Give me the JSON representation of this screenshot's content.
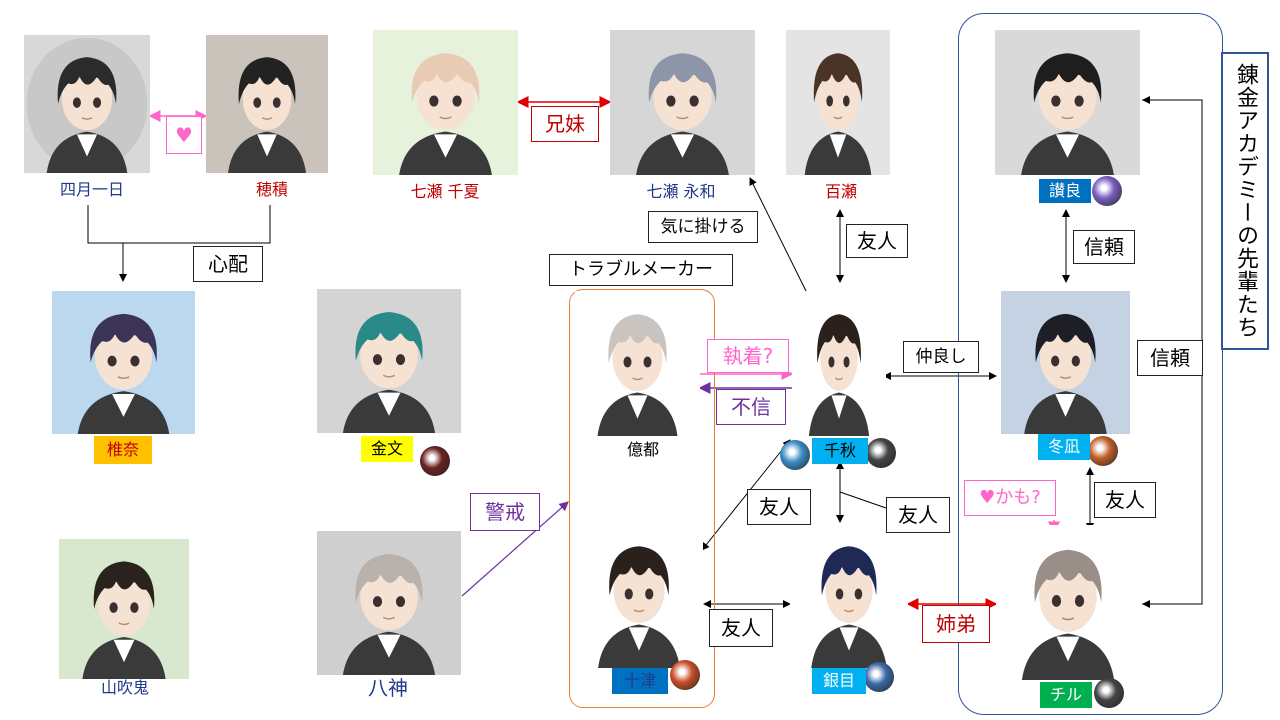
{
  "academy_group": {
    "title": "錬金アカデミーの先輩たち"
  },
  "trouble_group": {
    "title": "トラブルメーカー"
  },
  "characters": [
    {
      "key": "shigatsu",
      "name": "四月一日",
      "name_color": "#1f3a8a",
      "bg": "#d8d8d8",
      "hair": "#2b2b2b"
    },
    {
      "key": "hozumi",
      "name": "穂積",
      "name_color": "#c00000",
      "bg": "#c9c3bc",
      "hair": "#222222"
    },
    {
      "key": "chika",
      "name": "七瀬 千夏",
      "name_color": "#c00000",
      "bg": "#e6f2dc",
      "hair": "#e8cbb2"
    },
    {
      "key": "eiwa",
      "name": "七瀬 永和",
      "name_color": "#1f3a8a",
      "bg": "#d6d6d6",
      "hair": "#8d96a8"
    },
    {
      "key": "momose",
      "name": "百瀬",
      "name_color": "#c00000",
      "bg": "#e4e4e4",
      "hair": "#4a3428"
    },
    {
      "key": "sanuki",
      "name": "讃良",
      "name_color": "#ffffff",
      "label_bg": "#0070c0",
      "bg": "#d9d9d9",
      "hair": "#1e1e1e"
    },
    {
      "key": "shiina",
      "name": "椎奈",
      "name_color": "#c00000",
      "label_bg": "#ffc000",
      "bg": "#bcd8ef",
      "hair": "#3b3457"
    },
    {
      "key": "kinbun",
      "name": "金文",
      "name_color": "#000000",
      "label_bg": "#ffff00",
      "bg": "#d4d4d4",
      "hair": "#2a8a8a"
    },
    {
      "key": "okuto",
      "name": "億都",
      "name_color": "#000000",
      "bg": "#ffffff",
      "hair": "#c9c4c0"
    },
    {
      "key": "chiaki",
      "name": "千秋",
      "name_color": "#000000",
      "label_bg": "#00b0f0",
      "bg": "#ffffff",
      "hair": "#2a211c"
    },
    {
      "key": "tonagi",
      "name": "冬凪",
      "name_color": "#ffffff",
      "label_bg": "#00b0f0",
      "bg": "#c4d2e3",
      "hair": "#1e1e26"
    },
    {
      "key": "yamabukioni",
      "name": "山吹鬼",
      "name_color": "#1f3a8a",
      "bg": "#d8e8cf",
      "hair": "#2a221c"
    },
    {
      "key": "yagami",
      "name": "八神",
      "name_color": "#1f3a8a",
      "bg": "#cfcfcf",
      "hair": "#b9b1ab"
    },
    {
      "key": "totsu",
      "name": "十津",
      "name_color": "#1f3a8a",
      "label_bg": "#0070c0",
      "bg": "#ffffff",
      "hair": "#2a211c"
    },
    {
      "key": "ginme",
      "name": "銀目",
      "name_color": "#ffffff",
      "label_bg": "#00b0f0",
      "bg": "#ffffff",
      "hair": "#1e2a55"
    },
    {
      "key": "chiru",
      "name": "チル",
      "name_color": "#ffffff",
      "label_bg": "#00b050",
      "bg": "#ffffff",
      "hair": "#9a8f88"
    }
  ],
  "relations": {
    "heart": "♥",
    "siblings_chika": "兄妹",
    "worry": "心配",
    "concern": "気に掛ける",
    "friend_momose": "友人",
    "trust_sanuki": "信頼",
    "trust_chiru": "信頼",
    "good_friends": "仲良し",
    "obsession": "執着?",
    "distrust": "不信",
    "wary": "警戒",
    "friend_totsu": "友人",
    "friend_ginme": "友人",
    "friend_chiaki": "友人",
    "friend_chiru": "友人",
    "siblings_ginme": "姉弟",
    "maybe_love": "♥かも?"
  },
  "colors": {
    "red": "#c00000",
    "blue": "#1f3a8a",
    "pink": "#ff66cc",
    "purple": "#7030a0",
    "line": "#000000",
    "group_blue": "#2f5597",
    "group_orange": "#ed7d31"
  },
  "icons": {
    "monster": "monster-sticker-icon"
  }
}
